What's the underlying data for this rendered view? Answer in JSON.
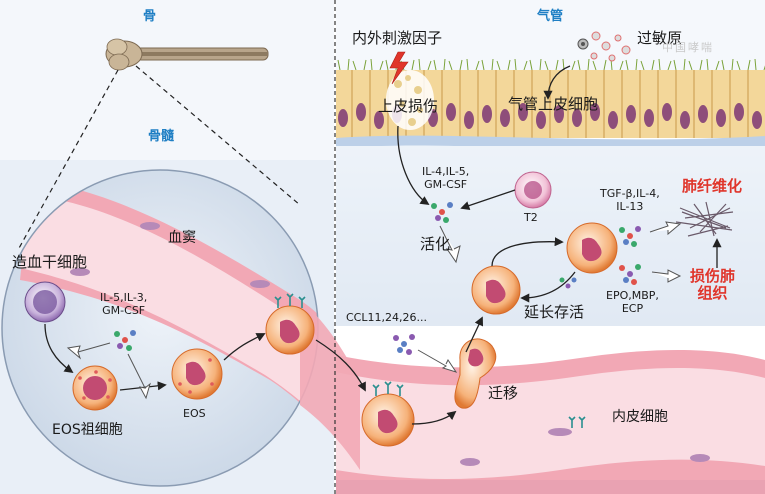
{
  "panels": {
    "bone_title": "骨",
    "marrow_title": "骨髓",
    "airway_title": "气管"
  },
  "labels": {
    "sinusoid": "血窦",
    "hsc": "造血干细胞",
    "marrow_cytokines": [
      "IL-5,IL-3,",
      "GM-CSF"
    ],
    "eos_progenitor": "EOS祖细胞",
    "eos": "EOS",
    "stimuli": "内外刺激因子",
    "allergen": "过敏原",
    "epithelial_injury": "上皮损伤",
    "airway_epithelium": "气管上皮细胞",
    "th2_cytokines": [
      "IL-4,IL-5,",
      "GM-CSF"
    ],
    "t2": "T2",
    "activation": "活化",
    "prolonged_survival": "延长存活",
    "chemokines": "CCL11,24,26...",
    "migration": "迁移",
    "endothelial_cell": "内皮细胞",
    "fibrosis_cytokines": [
      "TGF-β,IL-4,",
      "IL-13"
    ],
    "lung_fibrosis": "肺纤维化",
    "granule_proteins": [
      "EPO,MBP,",
      "ECP"
    ],
    "lung_damage": [
      "损伤肺",
      "组织"
    ]
  },
  "watermark": "中国哮喘",
  "colors": {
    "title_blue": "#1f7fc4",
    "outcome_red": "#e0352b",
    "vessel": "#f2a8b5",
    "lumen": "#fadde3",
    "cell_orange": "#f08a4b"
  },
  "icons": [
    "lightning-icon",
    "allergen-particles-icon"
  ]
}
